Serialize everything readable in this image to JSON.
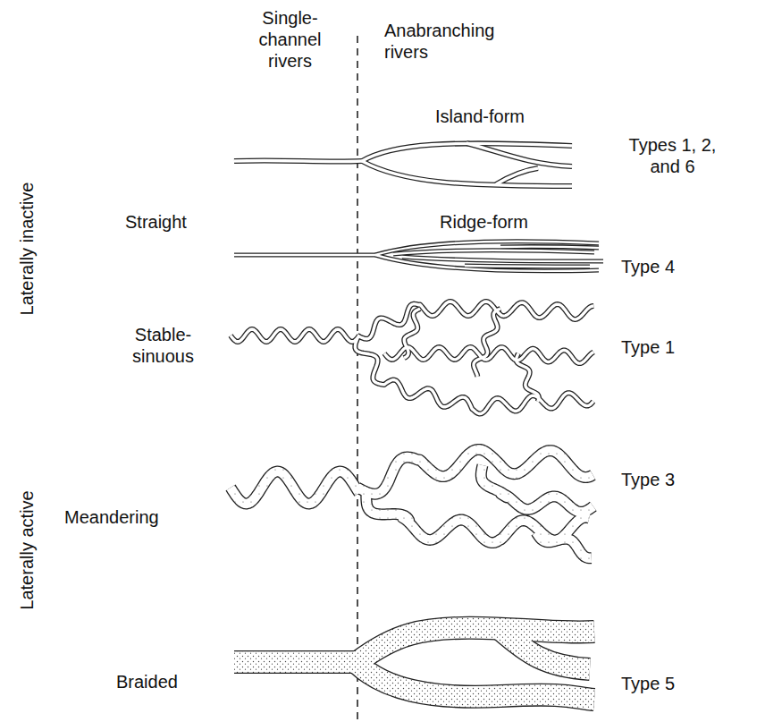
{
  "diagram": {
    "labels": [
      "Single-channel rivers",
      "Anabranching rivers",
      "Island-form",
      "Types 1, 2, and 6",
      "Straight",
      "Ridge-form",
      "Type 4",
      "Laterally inactive",
      "Stable-sinuous",
      "Type 1",
      "Laterally active",
      "Meandering",
      "Type 3",
      "Braided",
      "Type 5"
    ]
  }
}
